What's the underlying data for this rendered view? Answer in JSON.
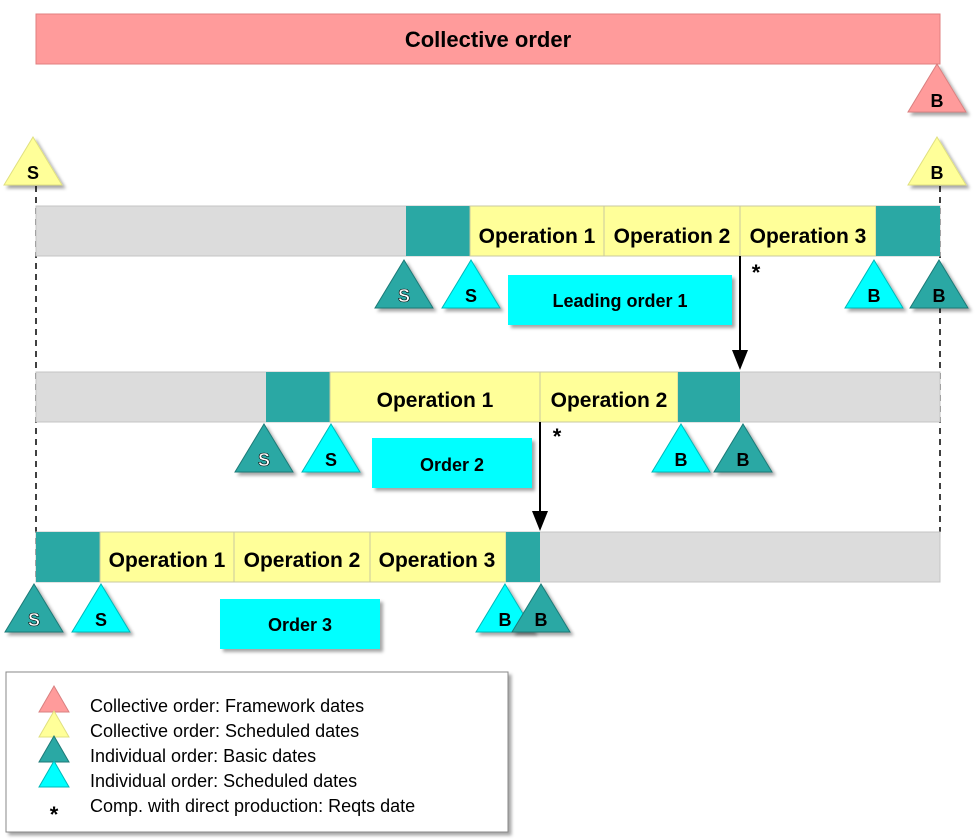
{
  "colors": {
    "framework": "#ff9b9b",
    "collective_sched": "#ffff99",
    "basic": "#2aa8a4",
    "indiv_sched": "#00ffff",
    "bar": "#dcdcdc"
  },
  "collective": {
    "title": "Collective order"
  },
  "marks": {
    "s": "S",
    "b": "B",
    "star": "*"
  },
  "orders": {
    "order1": {
      "name": "Leading order 1",
      "ops": [
        "Operation 1",
        "Operation 2",
        "Operation 3"
      ]
    },
    "order2": {
      "name": "Order 2",
      "ops": [
        "Operation 1",
        "Operation 2"
      ]
    },
    "order3": {
      "name": "Order 3",
      "ops": [
        "Operation 1",
        "Operation 2",
        "Operation 3"
      ]
    }
  },
  "legend": [
    {
      "symbol": "framework-triangle",
      "text": "Collective order: Framework dates"
    },
    {
      "symbol": "collective-scheduled-triangle",
      "text": "Collective order: Scheduled dates"
    },
    {
      "symbol": "basic-triangle",
      "text": "Individual order: Basic dates"
    },
    {
      "symbol": "individual-scheduled-triangle",
      "text": "Individual order: Scheduled dates"
    },
    {
      "symbol": "asterisk",
      "text": "Comp. with direct production: Reqts date"
    }
  ]
}
